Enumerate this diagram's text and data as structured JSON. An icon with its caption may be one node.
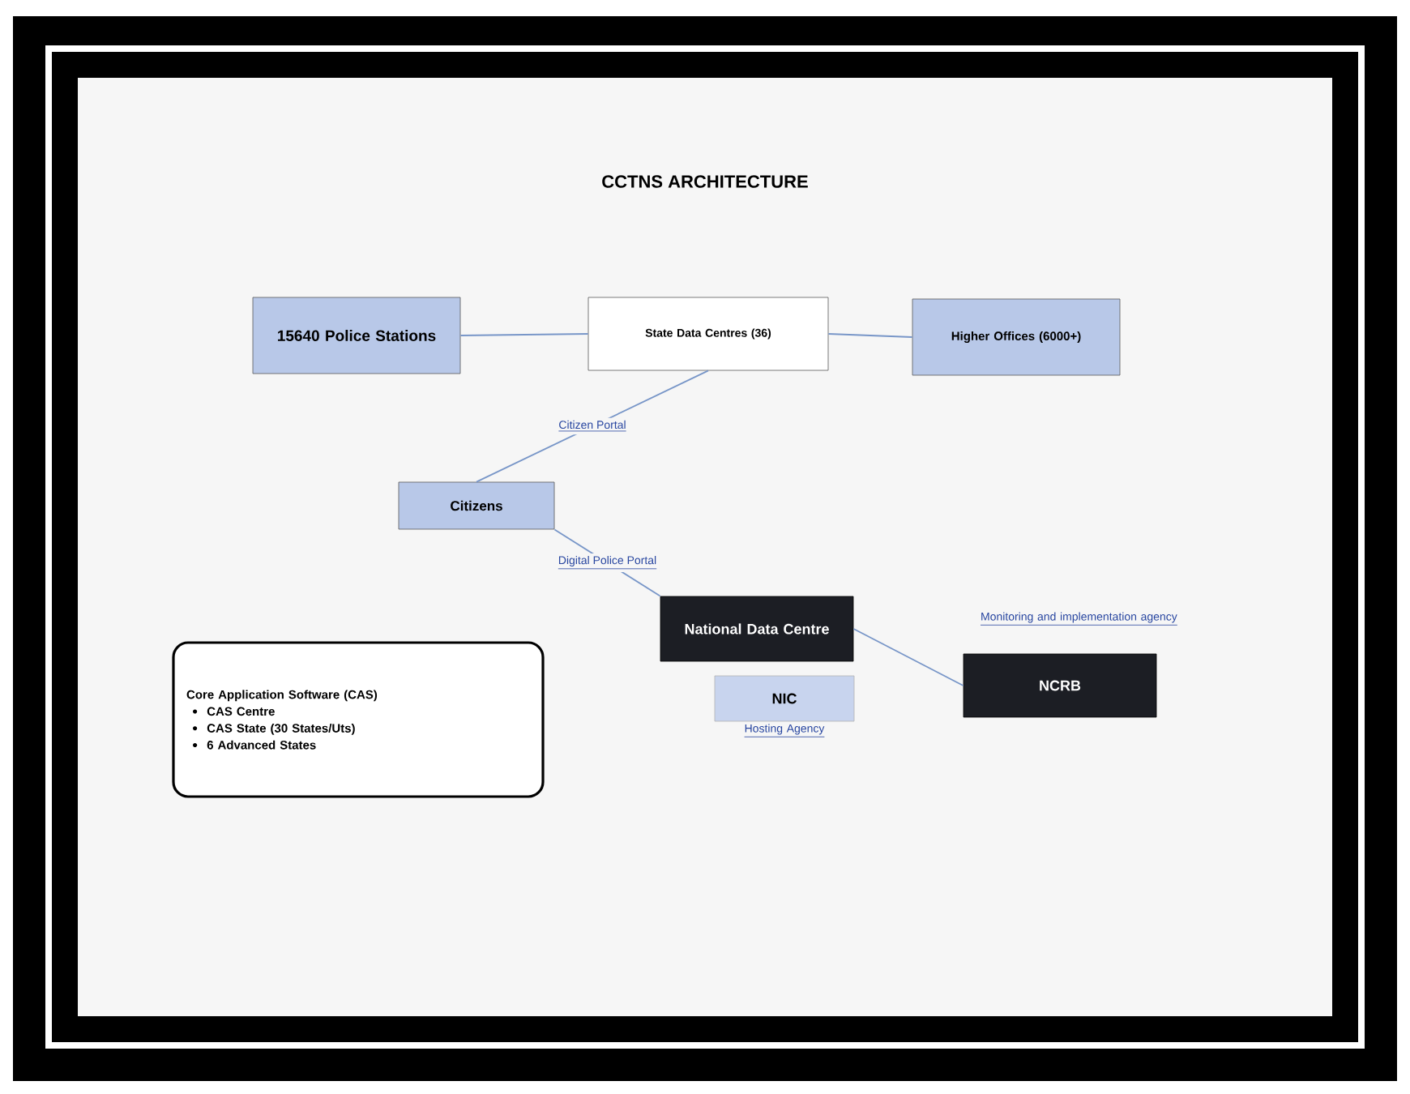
{
  "diagram": {
    "title": "CCTNS ARCHITECTURE",
    "nodes": [
      {
        "text": [
          "15640 Police Stations"
        ]
      },
      {
        "text": [
          "State Data Centres (36)"
        ]
      },
      {
        "text": [
          "Higher Offices (6000+)"
        ]
      },
      {
        "text": [
          "Citizens"
        ]
      },
      {
        "text": [
          "National Data Centre"
        ]
      },
      {
        "text": [
          "NIC"
        ],
        "beside": [
          "Hosting Agency"
        ]
      },
      {
        "text": [
          "NCRB"
        ],
        "beside": [
          "Monitoring and implementation agency"
        ]
      },
      {
        "text": [
          "Core Application Software (CAS)",
          "CAS Centre",
          "CAS State (30 States/Uts)",
          "6 Advanced States"
        ]
      }
    ],
    "edges": [
      {
        "from": 0,
        "to": 1,
        "arrow": "none"
      },
      {
        "from": 1,
        "to": 2,
        "arrow": "none"
      },
      {
        "from": 3,
        "to": 1,
        "arrow": "none",
        "label": "Citizen Portal"
      },
      {
        "from": 3,
        "to": 4,
        "arrow": "none",
        "label": "Digital Police Portal"
      },
      {
        "from": 4,
        "to": 6,
        "arrow": "none"
      }
    ]
  }
}
